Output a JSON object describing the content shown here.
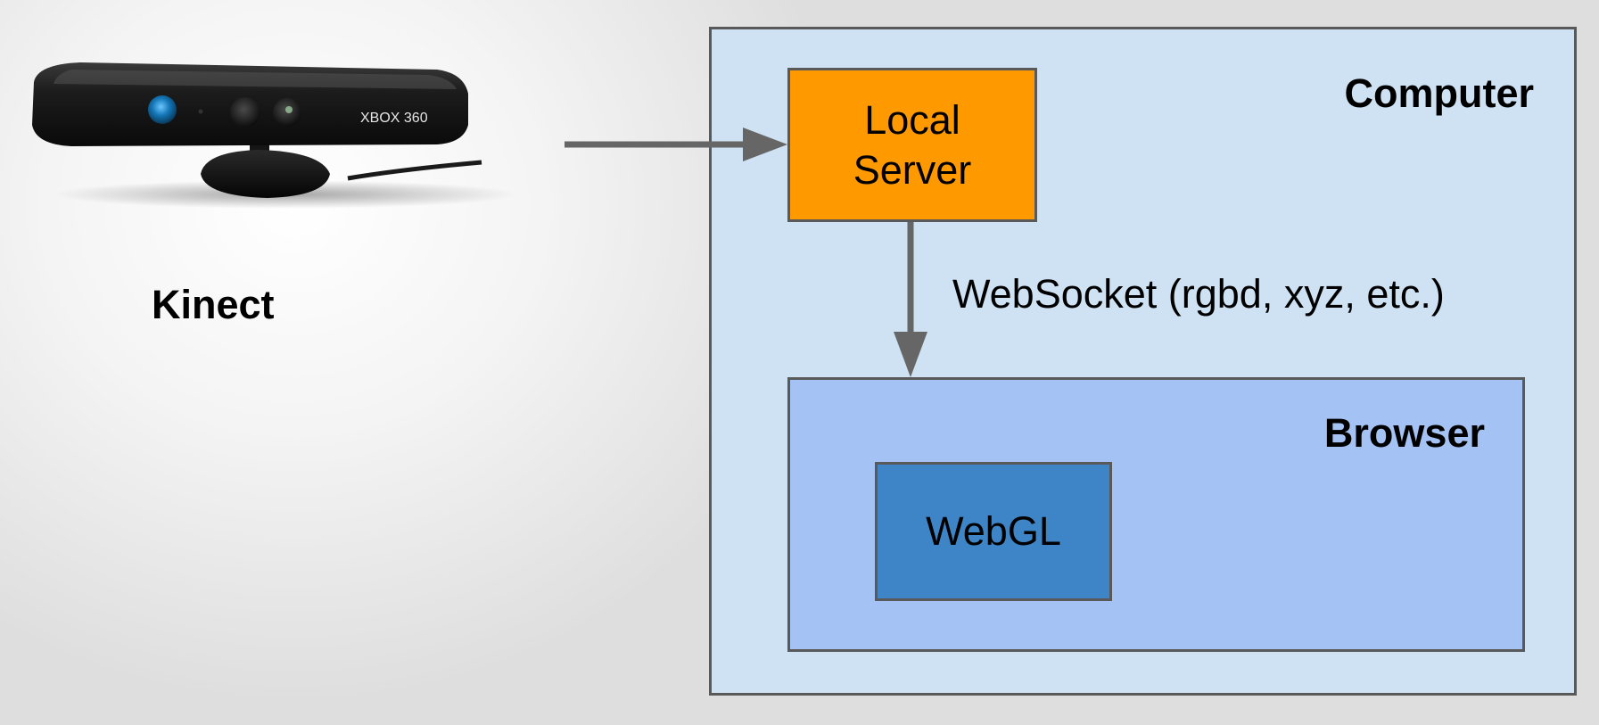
{
  "kinect": {
    "label": "Kinect",
    "device_brand_text": "XBOX 360"
  },
  "computer": {
    "title": "Computer"
  },
  "local_server": {
    "label": "Local Server"
  },
  "connection": {
    "label": "WebSocket (rgbd, xyz, etc.)"
  },
  "browser": {
    "title": "Browser"
  },
  "webgl": {
    "label": "WebGL"
  },
  "colors": {
    "computer_fill": "#cfe2f3",
    "server_fill": "#ff9900",
    "browser_fill": "#a4c2f4",
    "webgl_fill": "#3d85c6",
    "border": "#595959",
    "arrow": "#666666"
  }
}
